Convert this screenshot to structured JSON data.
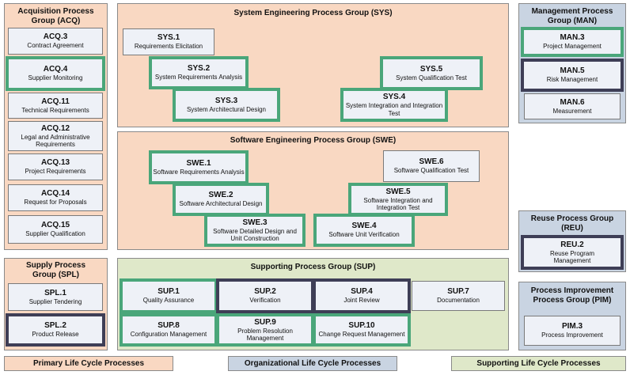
{
  "groups": {
    "acq": {
      "title": "Acquisition Process Group (ACQ)"
    },
    "sys": {
      "title": "System Engineering Process Group (SYS)"
    },
    "man": {
      "title": "Management Process Group (MAN)"
    },
    "swe": {
      "title": "Software Engineering Process Group (SWE)"
    },
    "reu": {
      "title": "Reuse Process Group (REU)"
    },
    "spl": {
      "title": "Supply Process Group (SPL)"
    },
    "sup": {
      "title": "Supporting Process Group (SUP)"
    },
    "pim": {
      "title": "Process Improvement Process Group (PIM)"
    }
  },
  "acq": [
    {
      "id": "ACQ.3",
      "name": "Contract Agreement"
    },
    {
      "id": "ACQ.4",
      "name": "Supplier Monitoring"
    },
    {
      "id": "ACQ.11",
      "name": "Technical Requirements"
    },
    {
      "id": "ACQ.12",
      "name": "Legal and Administrative Requirements"
    },
    {
      "id": "ACQ.13",
      "name": "Project Requirements"
    },
    {
      "id": "ACQ.14",
      "name": "Request for Proposals"
    },
    {
      "id": "ACQ.15",
      "name": "Supplier Qualification"
    }
  ],
  "sys": [
    {
      "id": "SYS.1",
      "name": "Requirements Elicitation"
    },
    {
      "id": "SYS.2",
      "name": "System Requirements Analysis"
    },
    {
      "id": "SYS.3",
      "name": "System Architectural Design"
    },
    {
      "id": "SYS.4",
      "name": "System Integration and Integration Test"
    },
    {
      "id": "SYS.5",
      "name": "System Qualification Test"
    }
  ],
  "man": [
    {
      "id": "MAN.3",
      "name": "Project Management"
    },
    {
      "id": "MAN.5",
      "name": "Risk Management"
    },
    {
      "id": "MAN.6",
      "name": "Measurement"
    }
  ],
  "swe": [
    {
      "id": "SWE.1",
      "name": "Software Requirements Analysis"
    },
    {
      "id": "SWE.2",
      "name": "Software Architectural Design"
    },
    {
      "id": "SWE.3",
      "name": "Software Detailed Design and Unit Construction"
    },
    {
      "id": "SWE.4",
      "name": "Software Unit Verification"
    },
    {
      "id": "SWE.5",
      "name": "Software Integration and Integration Test"
    },
    {
      "id": "SWE.6",
      "name": "Software Qualification Test"
    }
  ],
  "reu": [
    {
      "id": "REU.2",
      "name": "Reuse Program Management"
    }
  ],
  "spl": [
    {
      "id": "SPL.1",
      "name": "Supplier Tendering"
    },
    {
      "id": "SPL.2",
      "name": "Product Release"
    }
  ],
  "sup": [
    {
      "id": "SUP.1",
      "name": "Quality Assurance"
    },
    {
      "id": "SUP.2",
      "name": "Verification"
    },
    {
      "id": "SUP.4",
      "name": "Joint Review"
    },
    {
      "id": "SUP.7",
      "name": "Documentation"
    },
    {
      "id": "SUP.8",
      "name": "Configuration Management"
    },
    {
      "id": "SUP.9",
      "name": "Problem Resolution Management"
    },
    {
      "id": "SUP.10",
      "name": "Change Request Management"
    }
  ],
  "pim": [
    {
      "id": "PIM.3",
      "name": "Process Improvement"
    }
  ],
  "legend": {
    "primary": "Primary Life Cycle Processes",
    "organizational": "Organizational Life Cycle Processes",
    "supporting": "Supporting Life Cycle Processes"
  },
  "colors": {
    "primary": "#f9d8c2",
    "organizational": "#c9d4e2",
    "supporting": "#dfe8c9",
    "highlight_green": "#4aa67a",
    "highlight_navy": "#3e3e56"
  }
}
